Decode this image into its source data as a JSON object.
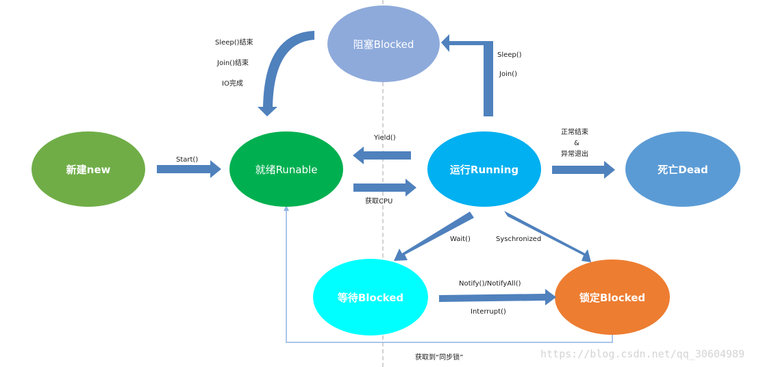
{
  "nodes": {
    "new": {
      "label": "新建new",
      "color": "#70ad47"
    },
    "runnable": {
      "label": "就绪Runable",
      "color": "#00b050"
    },
    "running": {
      "label": "运行Running",
      "color": "#00b0f0"
    },
    "blocked": {
      "label": "阻塞Blocked",
      "color": "#8eaadb"
    },
    "dead": {
      "label": "死亡Dead",
      "color": "#5b9bd5"
    },
    "waiting": {
      "label": "等待Blocked",
      "color": "#00ffff"
    },
    "locked": {
      "label": "锁定Blocked",
      "color": "#ed7d31"
    }
  },
  "edges": {
    "start": "Start()",
    "yield": "Yield()",
    "get_cpu": "获取CPU",
    "sleep": "Sleep()",
    "join": "Join()",
    "sleep_end": "Sleep()结束",
    "join_end": "Join()结束",
    "io_done": "IO完成",
    "normal_end": "正常结束",
    "and": "&",
    "exception_exit": "异常退出",
    "wait": "Wait()",
    "synchronized": "Syschronized",
    "notify": "Notify()/NotifyAll()",
    "interrupt": "Interrupt()",
    "get_lock": "获取到“同步锁”"
  },
  "colors": {
    "arrow": "#4f81bd",
    "thin_arrow": "#8eb4e3",
    "divider": "#a6a6a6"
  },
  "watermark": "https://blog.csdn.net/qq_30604989"
}
